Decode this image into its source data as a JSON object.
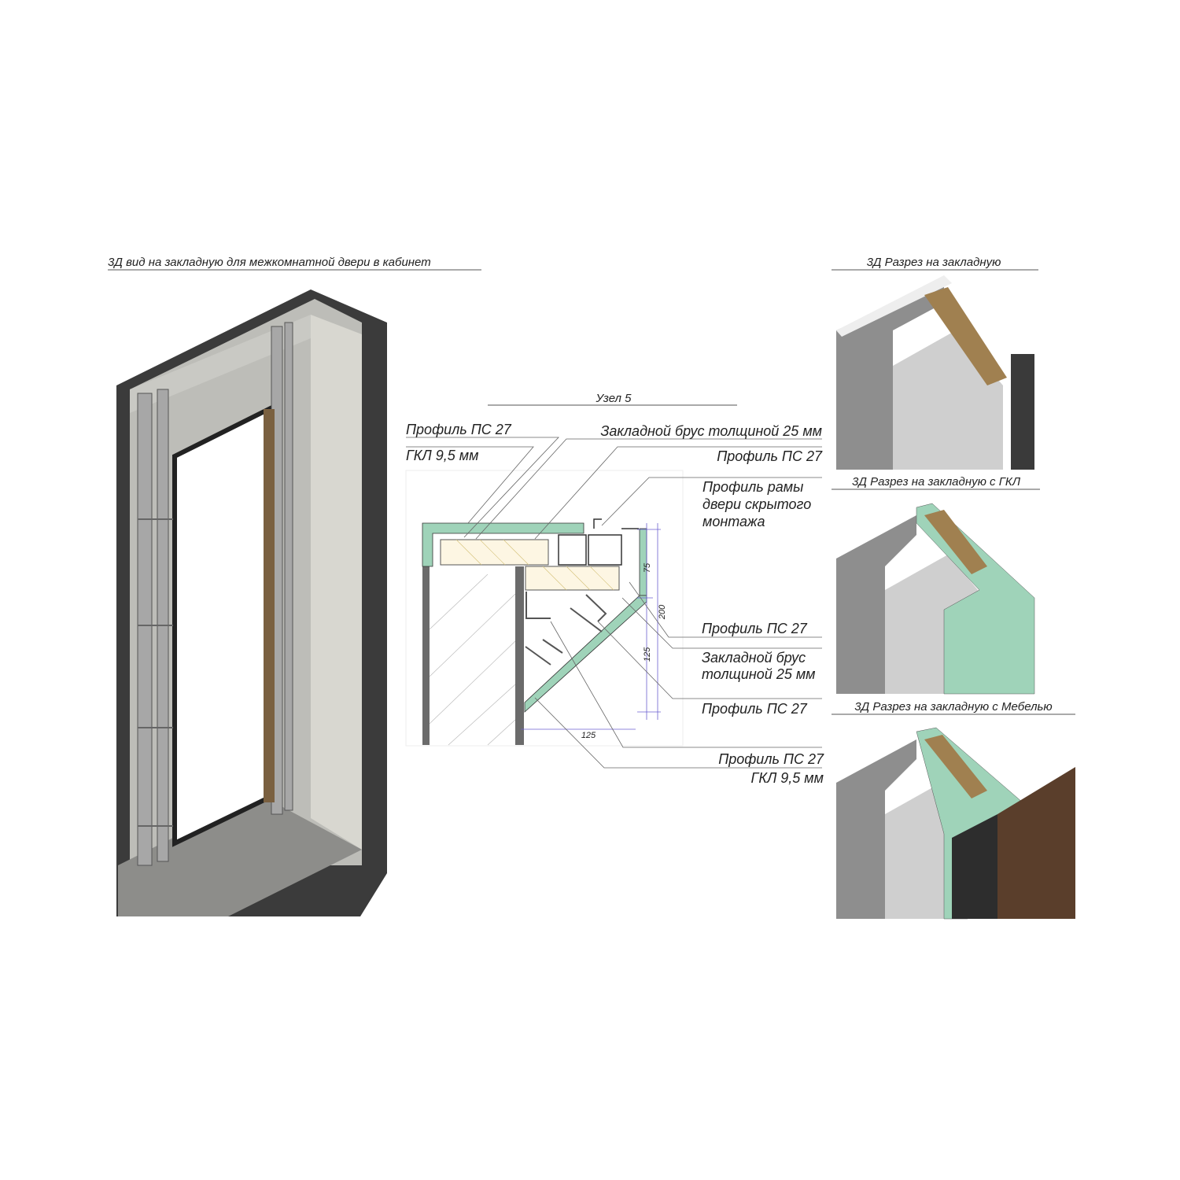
{
  "left_view": {
    "title": "3Д вид на закладную для межкомнатной двери в кабинет"
  },
  "detail": {
    "title": "Узел 5",
    "labels": {
      "profile_ps27_top_left": "Профиль ПС 27",
      "gkl_top_left": "ГКЛ 9,5 мм",
      "beam_top": "Закладной брус толщиной 25 мм",
      "profile_ps27_top_right": "Профиль ПС 27",
      "door_frame_line1": "Профиль рамы",
      "door_frame_line2": "двери скрытого",
      "door_frame_line3": "монтажа",
      "profile_ps27_mid": "Профиль ПС 27",
      "beam_mid_line1": "Закладной брус",
      "beam_mid_line2": "толщиной 25 мм",
      "profile_ps27_low": "Профиль ПС 27",
      "profile_ps27_bottom": "Профиль ПС 27",
      "gkl_bottom": "ГКЛ 9,5 мм"
    },
    "dimensions": {
      "d75": "75",
      "d200": "200",
      "d125_v": "125",
      "d125_h": "125"
    }
  },
  "sections": [
    {
      "title": "3Д Разрез на закладную"
    },
    {
      "title": "3Д Разрез на закладную с ГКЛ"
    },
    {
      "title": "3Д Разрез на закладную с Мебелью"
    }
  ],
  "colors": {
    "gkl_green": "#9fd3b9",
    "wood": "#a08050",
    "concrete": "#8e8e8e",
    "wall_dark": "#3a3a3a",
    "furniture": "#5a3e2b"
  }
}
